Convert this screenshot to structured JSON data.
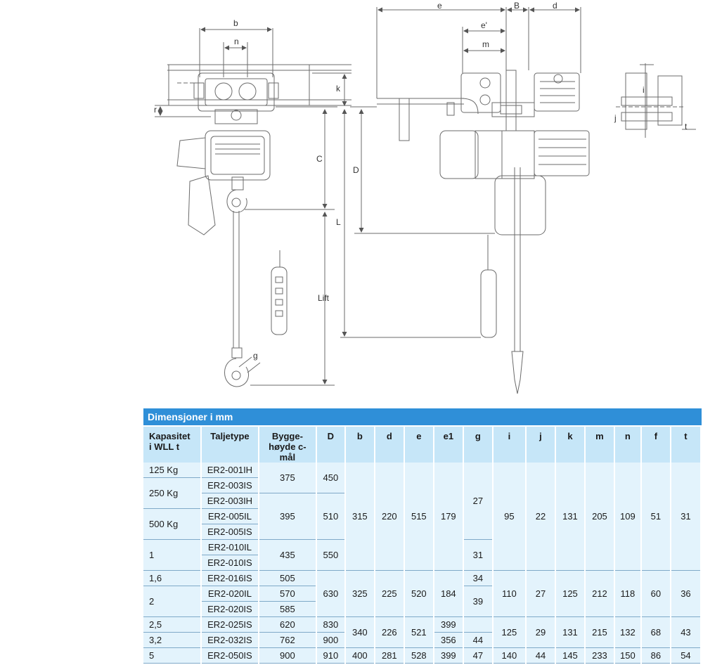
{
  "drawing": {
    "dimension_labels": [
      "b",
      "n",
      "k",
      "r",
      "C",
      "L",
      "Lift",
      "g",
      "e",
      "B",
      "d",
      "e'",
      "m",
      "D",
      "j",
      "i",
      "t"
    ]
  },
  "table": {
    "title": "Dimensjoner i mm",
    "headers": [
      [
        "Kapasitet",
        "i WLL t"
      ],
      [
        "Taljetype"
      ],
      [
        "Bygge-",
        "høyde c-mål"
      ],
      [
        "D"
      ],
      [
        "b"
      ],
      [
        "d"
      ],
      [
        "e"
      ],
      [
        "e1"
      ],
      [
        "g"
      ],
      [
        "i"
      ],
      [
        "j"
      ],
      [
        "k"
      ],
      [
        "m"
      ],
      [
        "n"
      ],
      [
        "f"
      ],
      [
        "t"
      ]
    ],
    "rows": [
      {
        "cells": [
          {
            "v": "125 Kg",
            "rs": 1,
            "left": true
          },
          {
            "v": "ER2-001IH",
            "rs": 1
          },
          {
            "v": "375",
            "rs": 2
          },
          {
            "v": "450",
            "rs": 2
          },
          {
            "v": "315",
            "rs": 7
          },
          {
            "v": "220",
            "rs": 7
          },
          {
            "v": "515",
            "rs": 7
          },
          {
            "v": "179",
            "rs": 7
          },
          {
            "v": "27",
            "rs": 5
          },
          {
            "v": "95",
            "rs": 7
          },
          {
            "v": "22",
            "rs": 7
          },
          {
            "v": "131",
            "rs": 7
          },
          {
            "v": "205",
            "rs": 7
          },
          {
            "v": "109",
            "rs": 7
          },
          {
            "v": "51",
            "rs": 7
          },
          {
            "v": "31",
            "rs": 7
          }
        ]
      },
      {
        "cells": [
          {
            "v": "250 Kg",
            "rs": 2,
            "left": true
          },
          {
            "v": "ER2-003IS",
            "rs": 1
          }
        ]
      },
      {
        "cells": [
          {
            "v": "ER2-003IH",
            "rs": 1
          },
          {
            "v": "395",
            "rs": 3
          },
          {
            "v": "510",
            "rs": 3
          }
        ]
      },
      {
        "cells": [
          {
            "v": "500 Kg",
            "rs": 2,
            "left": true
          },
          {
            "v": "ER2-005IL",
            "rs": 1
          }
        ]
      },
      {
        "cells": [
          {
            "v": "ER2-005IS",
            "rs": 1
          }
        ]
      },
      {
        "cells": [
          {
            "v": "1",
            "rs": 2,
            "left": true
          },
          {
            "v": "ER2-010IL",
            "rs": 1
          },
          {
            "v": "435",
            "rs": 2
          },
          {
            "v": "550",
            "rs": 2
          },
          {
            "v": "31",
            "rs": 2
          }
        ]
      },
      {
        "cells": [
          {
            "v": "ER2-010IS",
            "rs": 1
          }
        ]
      },
      {
        "cells": [
          {
            "v": "1,6",
            "rs": 1,
            "left": true
          },
          {
            "v": "ER2-016IS",
            "rs": 1
          },
          {
            "v": "505",
            "rs": 1
          },
          {
            "v": "630",
            "rs": 3
          },
          {
            "v": "325",
            "rs": 3
          },
          {
            "v": "225",
            "rs": 3
          },
          {
            "v": "520",
            "rs": 3
          },
          {
            "v": "184",
            "rs": 3
          },
          {
            "v": "34",
            "rs": 1
          },
          {
            "v": "110",
            "rs": 3
          },
          {
            "v": "27",
            "rs": 3
          },
          {
            "v": "125",
            "rs": 3
          },
          {
            "v": "212",
            "rs": 3
          },
          {
            "v": "118",
            "rs": 3
          },
          {
            "v": "60",
            "rs": 3
          },
          {
            "v": "36",
            "rs": 3
          }
        ]
      },
      {
        "cells": [
          {
            "v": "2",
            "rs": 2,
            "left": true
          },
          {
            "v": "ER2-020IL",
            "rs": 1
          },
          {
            "v": "570",
            "rs": 1
          },
          {
            "v": "39",
            "rs": 2
          }
        ]
      },
      {
        "cells": [
          {
            "v": "ER2-020IS",
            "rs": 1
          },
          {
            "v": "585",
            "rs": 1
          }
        ]
      },
      {
        "cells": [
          {
            "v": "2,5",
            "rs": 1,
            "left": true
          },
          {
            "v": "ER2-025IS",
            "rs": 1
          },
          {
            "v": "620",
            "rs": 1
          },
          {
            "v": "830",
            "rs": 1
          },
          {
            "v": "340",
            "rs": 2
          },
          {
            "v": "226",
            "rs": 2
          },
          {
            "v": "521",
            "rs": 2
          },
          {
            "v": "399",
            "rs": 1
          },
          {
            "v": "",
            "rs": 1
          },
          {
            "v": "125",
            "rs": 2
          },
          {
            "v": "29",
            "rs": 2
          },
          {
            "v": "131",
            "rs": 2
          },
          {
            "v": "215",
            "rs": 2
          },
          {
            "v": "132",
            "rs": 2
          },
          {
            "v": "68",
            "rs": 2
          },
          {
            "v": "43",
            "rs": 2
          }
        ]
      },
      {
        "cells": [
          {
            "v": "3,2",
            "rs": 1,
            "left": true
          },
          {
            "v": "ER2-032IS",
            "rs": 1
          },
          {
            "v": "762",
            "rs": 1
          },
          {
            "v": "900",
            "rs": 1
          },
          {
            "v": "356",
            "rs": 1
          },
          {
            "v": "44",
            "rs": 1
          }
        ]
      },
      {
        "cells": [
          {
            "v": "5",
            "rs": 1,
            "left": true
          },
          {
            "v": "ER2-050IS",
            "rs": 1
          },
          {
            "v": "900",
            "rs": 1
          },
          {
            "v": "910",
            "rs": 1
          },
          {
            "v": "400",
            "rs": 1
          },
          {
            "v": "281",
            "rs": 1
          },
          {
            "v": "528",
            "rs": 1
          },
          {
            "v": "399",
            "rs": 1
          },
          {
            "v": "47",
            "rs": 1
          },
          {
            "v": "140",
            "rs": 1
          },
          {
            "v": "44",
            "rs": 1
          },
          {
            "v": "145",
            "rs": 1
          },
          {
            "v": "233",
            "rs": 1
          },
          {
            "v": "150",
            "rs": 1
          },
          {
            "v": "86",
            "rs": 1
          },
          {
            "v": "54",
            "rs": 1
          }
        ]
      }
    ]
  }
}
